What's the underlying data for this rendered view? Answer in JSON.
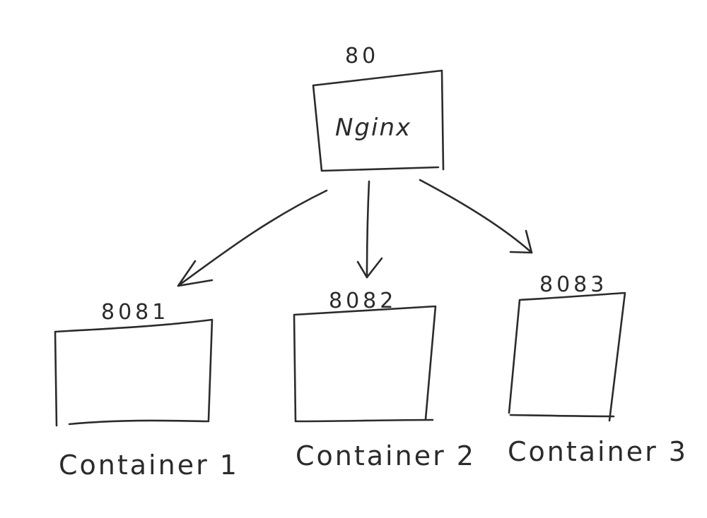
{
  "proxy": {
    "label": "Nginx",
    "port": "80"
  },
  "containers": [
    {
      "label": "Container 1",
      "port": "8081"
    },
    {
      "label": "Container 2",
      "port": "8082"
    },
    {
      "label": "Container 3",
      "port": "8083"
    }
  ],
  "colors": {
    "ink": "#2b2b2b",
    "background": "#ffffff"
  }
}
